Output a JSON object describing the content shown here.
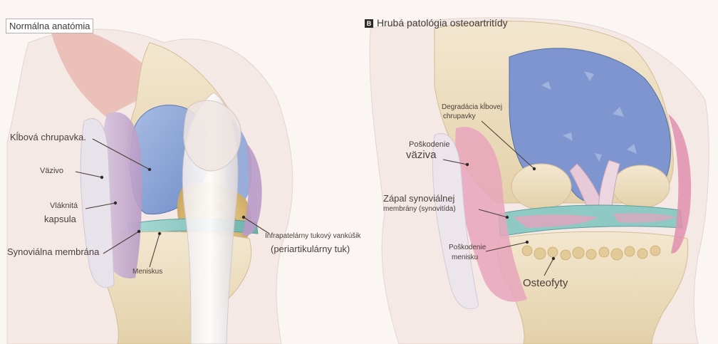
{
  "panels": {
    "left": {
      "title": "Normálna anatómia",
      "labels": {
        "cartilage": "Kĺbová chrupavka.",
        "ligament": "Väzivo",
        "capsule_1": "Vláknitá",
        "capsule_2": "kapsula",
        "synovial": "Synoviálna membrána",
        "meniscus": "Meniskus",
        "fat_1": "Infrapatelárny tukový vankúšik",
        "fat_2": "(periartikulárny tuk)"
      }
    },
    "right": {
      "badge": "B",
      "title": "Hrubá patológia osteoartritídy",
      "labels": {
        "degradation_1": "Degradácia kĺbovej",
        "degradation_2": "chrupavky",
        "damage_1": "Poškodenie",
        "damage_2": "väziva",
        "synovitis_1": "Zápal synoviálnej",
        "synovitis_2": "membrány (synovitída)",
        "meniscus_1": "Poškodenie",
        "meniscus_2": "menisku",
        "osteophytes": "Osteofyty"
      }
    }
  },
  "colors": {
    "background": "#fbf6f3",
    "bone": "#efe2c8",
    "cartilage": "#8fa7d6",
    "cartilage_damaged": "#7f93c9",
    "fat": "#e6c983",
    "synovium": "#c8a8cf",
    "inflamed": "#e5a2b8",
    "meniscus": "#8ec9c4",
    "leader": "#4a3f3a"
  }
}
